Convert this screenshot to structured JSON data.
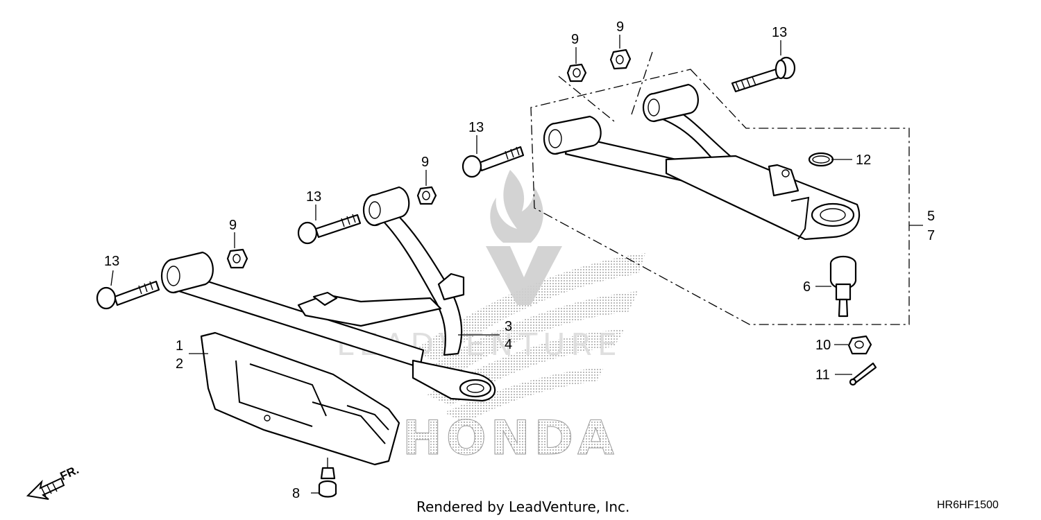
{
  "diagram": {
    "callouts": [
      "1",
      "2",
      "3",
      "4",
      "5",
      "7",
      "6",
      "8",
      "9",
      "9",
      "9",
      "9",
      "10",
      "11",
      "12",
      "13",
      "13",
      "13",
      "13"
    ],
    "direction_label": "FR.",
    "watermark_text": "LEADVENTURE",
    "brand_text": "HONDA",
    "footer": "Rendered by LeadVenture, Inc.",
    "diagram_code": "HR6HF1500"
  }
}
